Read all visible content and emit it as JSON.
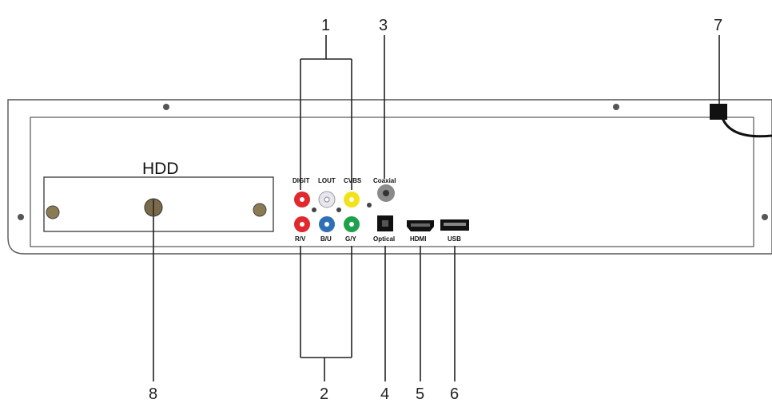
{
  "hdd": {
    "label": "HDD"
  },
  "callouts": [
    "1",
    "2",
    "3",
    "4",
    "5",
    "6",
    "7",
    "8"
  ],
  "ports": {
    "top_row": [
      "DIGIT",
      "LOUT",
      "CVBS",
      "Coaxial"
    ],
    "bottom_row": [
      "R/V",
      "B/U",
      "G/Y",
      "Optical",
      "HDMI",
      "USB"
    ]
  },
  "colors": {
    "red": "#e0282d",
    "white": "#e6e6f0",
    "yellow": "#f3e21b",
    "blue": "#2f6fb6",
    "green": "#1ea14c",
    "coax": "#8a8a8a",
    "screw": "#7a6a4a"
  }
}
